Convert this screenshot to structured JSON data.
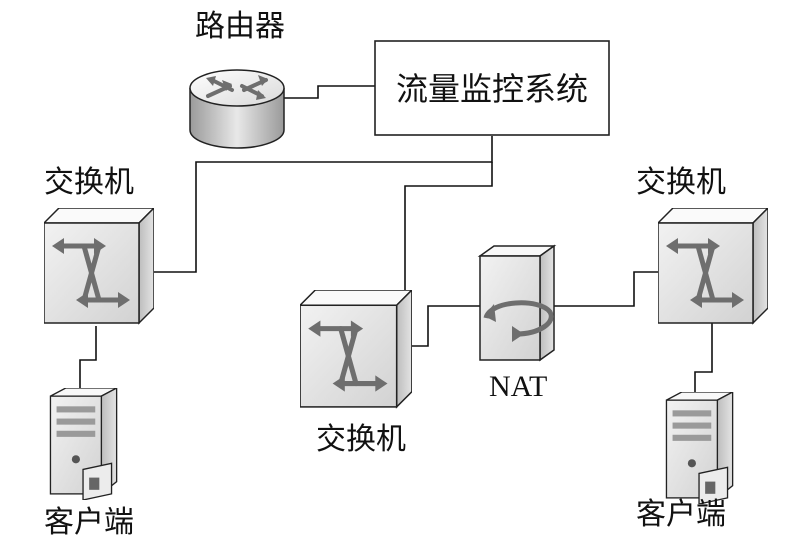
{
  "nodes": {
    "router": {
      "label": "路由器",
      "icon": "router-icon"
    },
    "monitor": {
      "label": "流量监控系统"
    },
    "switch_left": {
      "label": "交换机",
      "icon": "switch-icon"
    },
    "switch_center": {
      "label": "交换机",
      "icon": "switch-icon"
    },
    "switch_right": {
      "label": "交换机",
      "icon": "switch-icon"
    },
    "nat": {
      "label": "NAT",
      "icon": "nat-server-icon"
    },
    "client_left": {
      "label": "客户端",
      "icon": "client-computer-icon"
    },
    "client_right": {
      "label": "客户端",
      "icon": "client-computer-icon"
    }
  },
  "colors": {
    "device_face": "#e6e6e6",
    "device_dark": "#a8a8a8",
    "device_light": "#f4f4f4",
    "arrow": "#6e6e6e",
    "line": "#111111"
  }
}
